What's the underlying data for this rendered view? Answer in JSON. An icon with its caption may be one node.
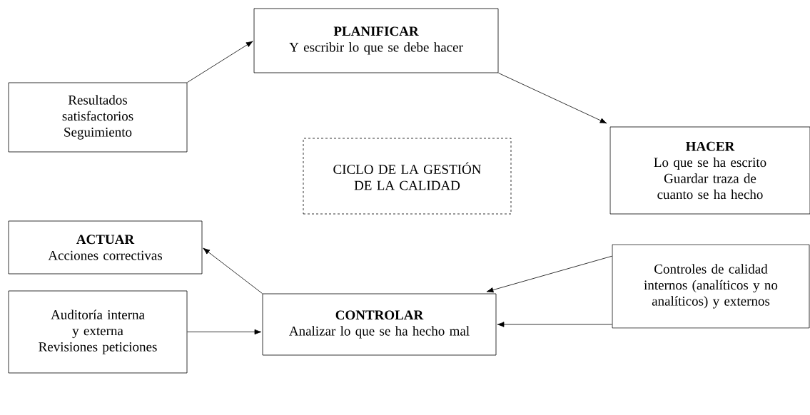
{
  "diagram": {
    "nodes": [
      {
        "text": [
          "PLANIFICAR",
          "Y escribir lo que se debe hacer"
        ]
      },
      {
        "text": [
          "Resultados satisfactorios",
          "Seguimiento"
        ]
      },
      {
        "text": [
          "HACER",
          "Lo que se ha escrito",
          "Guardar traza de cuanto se ha hecho"
        ]
      },
      {
        "text": [
          "CICLO DE LA GESTIÓN DE LA CALIDAD"
        ]
      },
      {
        "text": [
          "ACTUAR",
          "Acciones correctivas"
        ]
      },
      {
        "text": [
          "Controles de calidad internos (analíticos y no analíticos) y externos"
        ]
      },
      {
        "text": [
          "Auditoría interna y externa",
          "Revisiones peticiones"
        ]
      },
      {
        "text": [
          "CONTROLAR",
          "Analizar lo que se ha hecho mal"
        ]
      }
    ],
    "edges": [
      {
        "from": 1,
        "to": 0,
        "arrow": "to"
      },
      {
        "from": 0,
        "to": 2,
        "arrow": "to"
      },
      {
        "from": 7,
        "to": 4,
        "arrow": "to"
      },
      {
        "from": 5,
        "to": 7,
        "arrow": "to"
      },
      {
        "from": 5,
        "to": 7,
        "arrow": "to"
      },
      {
        "from": 6,
        "to": 7,
        "arrow": "to"
      }
    ]
  }
}
